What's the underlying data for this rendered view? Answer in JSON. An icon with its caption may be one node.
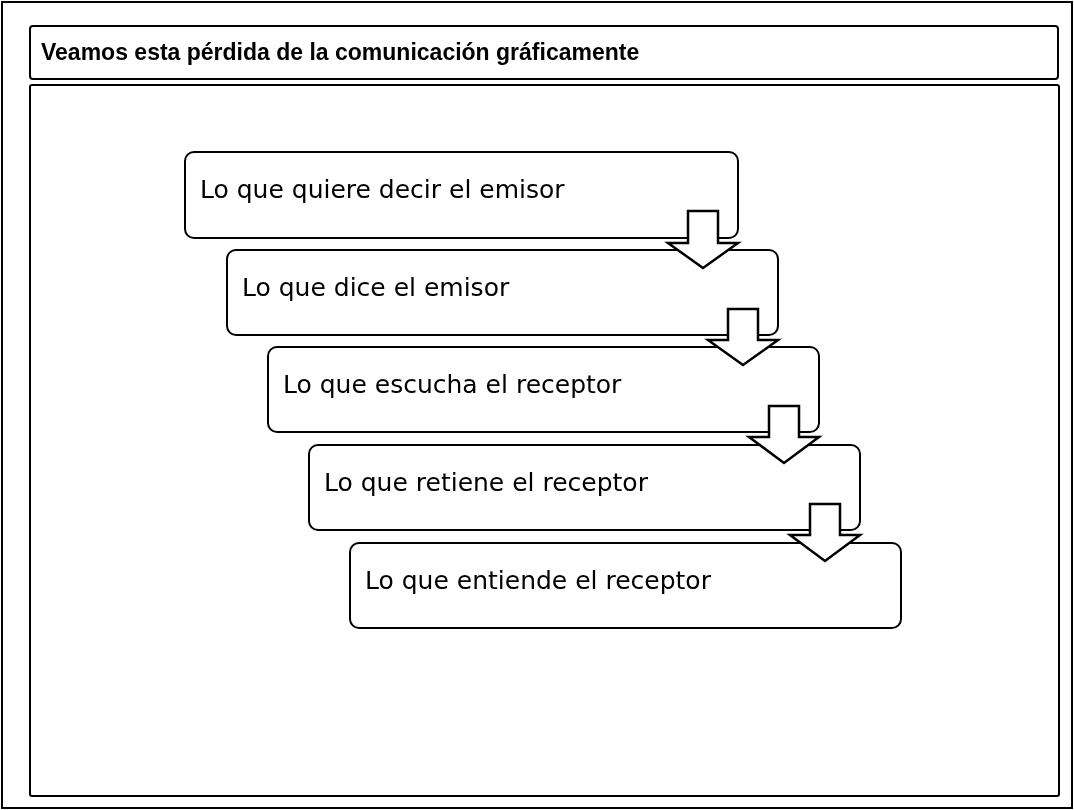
{
  "diagram": {
    "title": "Veamos esta pérdida de la comunicación gráficamente",
    "nodes": [
      {
        "text": [],
        "shape": "box"
      },
      {
        "text": [
          "Lo que quiere decir el emisor"
        ],
        "in": 0
      },
      {
        "text": [
          "Lo que dice el emisor"
        ],
        "in": 0
      },
      {
        "text": [
          "Lo que escucha el receptor"
        ],
        "in": 0
      },
      {
        "text": [
          "Lo que retiene el receptor"
        ],
        "in": 0
      },
      {
        "text": [
          "Lo que entiende el receptor"
        ],
        "in": 0
      }
    ],
    "edges": [
      {
        "from": 1,
        "to": 2,
        "arrow": "to"
      },
      {
        "from": 2,
        "to": 3,
        "arrow": "to"
      },
      {
        "from": 3,
        "to": 4,
        "arrow": "to"
      },
      {
        "from": 4,
        "to": 5,
        "arrow": "to"
      }
    ]
  }
}
